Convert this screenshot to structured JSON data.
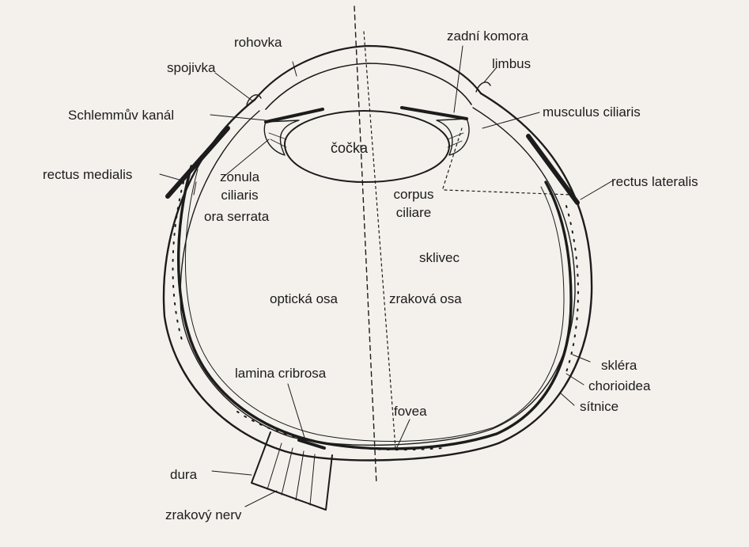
{
  "labels": {
    "rohovka": "rohovka",
    "spojivka": "spojivka",
    "schlemm": "Schlemmův kanál",
    "rectus_medialis": "rectus medialis",
    "zonula_ciliaris_1": "zonula",
    "zonula_ciliaris_2": "ciliaris",
    "ora_serrata": "ora serrata",
    "cocka": "čočka",
    "zadni_komora": "zadní komora",
    "limbus": "limbus",
    "musculus_ciliaris": "musculus ciliaris",
    "rectus_lateralis": "rectus lateralis",
    "corpus_ciliare_1": "corpus",
    "corpus_ciliare_2": "ciliare",
    "sklivec": "sklivec",
    "opticka_osa": "optická osa",
    "zrakova_osa": "zraková osa",
    "sklera": "skléra",
    "chorioidea": "chorioidea",
    "sitnice": "sítnice",
    "lamina_cribrosa": "lamina cribrosa",
    "fovea": "fovea",
    "dura": "dura",
    "zrakovy_nerv": "zrakový nerv"
  },
  "colors": {
    "background": "#f4f1ec",
    "ink": "#1c1c1c"
  }
}
